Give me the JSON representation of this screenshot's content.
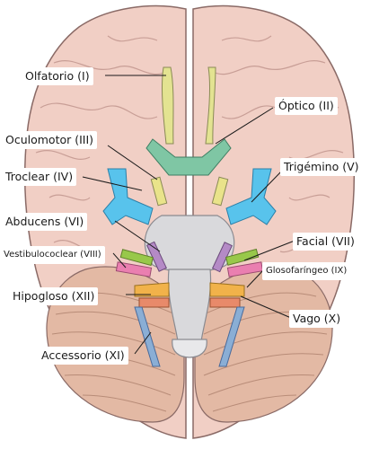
{
  "labels": {
    "olfatorio": "Olfatorio (I)",
    "optico": "Óptico (II)",
    "oculomotor": "Oculomotor (III)",
    "troclear": "Troclear (IV)",
    "trigemino": "Trigémino (V)",
    "abducens": "Abducens (VI)",
    "facial": "Facial (VII)",
    "vestibulococlear": "Vestibulococlear (VIII)",
    "glosofaringeo": "Glosofaríngeo (IX)",
    "vago": "Vago (X)",
    "accessorio": "Accessorio (XI)",
    "hipogloso": "Hipogloso (XII)"
  },
  "colors": {
    "brain": "#f1cfc5",
    "brain_outline": "#8a6a66",
    "cerebellum": "#e3b9a4",
    "brainstem": "#d9d9dc",
    "olfactory": "#e3e391",
    "optic": "#7fc6a4",
    "oculomotor_trochlear_abducens": "#b48ac6",
    "trigeminal": "#58c3ec",
    "facial": "#98c84a",
    "vestibulocochlear": "#ea7fb0",
    "glossopharyngeal_vagus": "#f1b24a",
    "hypoglossal": "#e88a6a",
    "accessory": "#8aaed5",
    "cn4": "#e9e38a"
  }
}
